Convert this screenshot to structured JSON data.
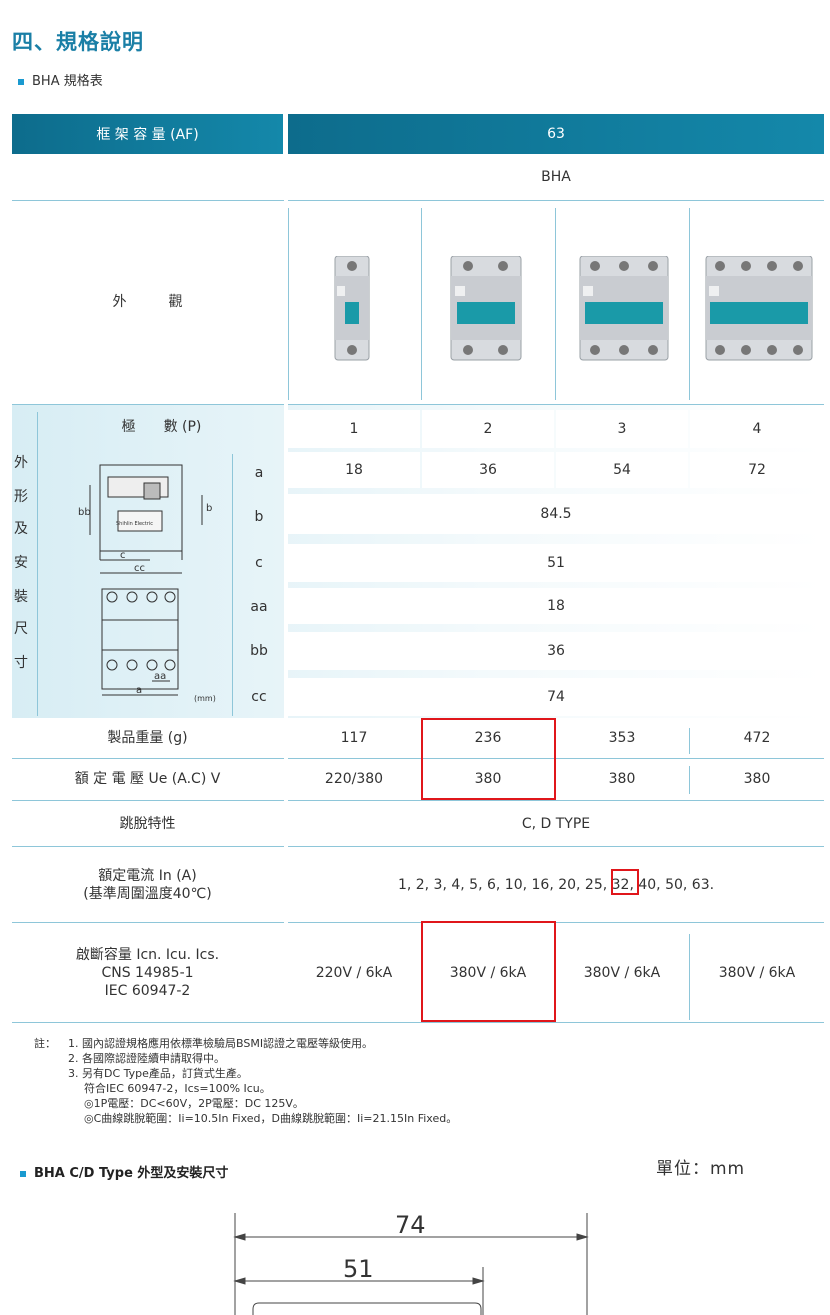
{
  "page": {
    "title": "四、規格說明",
    "subtitle": "BHA 規格表"
  },
  "table": {
    "af_label": "框 架 容 量 (AF)",
    "af_value": "63",
    "model": "BHA",
    "appearance_label": "外　　　觀",
    "poles_label": "極　　數 (P)",
    "poles": [
      "1",
      "2",
      "3",
      "4"
    ],
    "dim_group_label": [
      "外",
      "形",
      "及",
      "安",
      "裝",
      "尺",
      "寸"
    ],
    "dims": {
      "a": {
        "label": "a",
        "values": [
          "18",
          "36",
          "54",
          "72"
        ]
      },
      "b": {
        "label": "b",
        "value": "84.5"
      },
      "c": {
        "label": "c",
        "value": "51"
      },
      "aa": {
        "label": "aa",
        "value": "18"
      },
      "bb": {
        "label": "bb",
        "value": "36"
      },
      "cc": {
        "label": "cc",
        "value": "74"
      }
    },
    "diagram": {
      "bb": "bb",
      "b": "b",
      "c": "c",
      "cc": "cc",
      "aa": "aa",
      "a": "a",
      "mm": "(mm)",
      "brand": "Shihlin Electric"
    },
    "weight_label": "製品重量 (g)",
    "weight": [
      "117",
      "236",
      "353",
      "472"
    ],
    "voltage_label": "額 定 電 壓 Ue (A.C) V",
    "voltage": [
      "220/380",
      "380",
      "380",
      "380"
    ],
    "trip_label": "跳脫特性",
    "trip_value": "C, D TYPE",
    "current_label_1": "額定電流 In (A)",
    "current_label_2": "(基準周圍溫度40℃)",
    "current_value": "1, 2, 3, 4, 5, 6, 10, 16, 20, 25, 32, 40, 50, 63.",
    "breaking_label_1": "啟斷容量 Icn. Icu. Ics.",
    "breaking_label_2": "CNS 14985-1",
    "breaking_label_3": "IEC 60947-2",
    "breaking": [
      "220V / 6kA",
      "380V / 6kA",
      "380V / 6kA",
      "380V / 6kA"
    ]
  },
  "notes": {
    "label": "註：",
    "n1": "1. 國內認證規格應用依標準檢驗局BSMI認證之電壓等級使用。",
    "n2": "2. 各國際認證陸續申請取得中。",
    "n3": "3. 另有DC Type產品，訂貨式生產。",
    "n3a": "符合IEC 60947-2，Ics=100% Icu。",
    "n3b": "◎1P電壓：DC<60V，2P電壓：DC 125V。",
    "n3c": "◎C曲線跳脫範圍：Ii=10.5In Fixed，D曲線跳脫範圍：Ii=21.15In Fixed。"
  },
  "section2": {
    "title": "BHA C/D Type 外型及安裝尺寸",
    "unit": "單位：mm",
    "dim_74": "74",
    "dim_51": "51"
  },
  "colors": {
    "accent": "#1a7fa6",
    "header": "#0d6c8c",
    "highlight": "#e0161b",
    "breaker_handle": "#1a9aa8"
  }
}
